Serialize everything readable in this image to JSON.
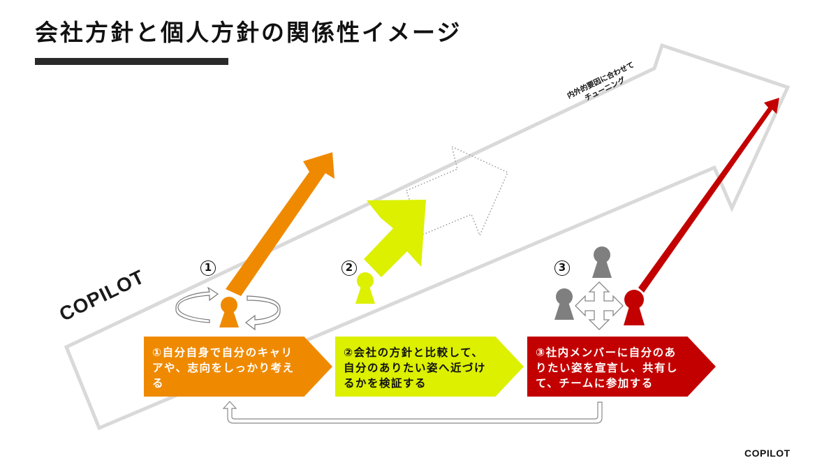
{
  "title": "会社方針と個人方針の関係性イメージ",
  "brand": {
    "rotated_label": "COPILOT",
    "footer_logo": "COPILOT"
  },
  "big_arrow": {
    "label_line1": "内外的要因に合わせて",
    "label_line2": "チューニング",
    "stroke_color": "#d9d9d9"
  },
  "steps": [
    {
      "number": "①",
      "text": "①自分自身で自分のキャリアや、志向をしっかり考える",
      "lines": "①自分自身で自分のキャリ\nアや、志向をしっかり考え\nる",
      "color": "#ef8a00"
    },
    {
      "number": "②",
      "text": "②会社の方針と比較して、自分のありたい姿へ近づけるかを検証する",
      "lines": "②会社の方針と比較して、\n自分のありたい姿へ近づけ\nるかを検証する",
      "color": "#dcf000"
    },
    {
      "number": "③",
      "text": "③社内メンバーに自分のありたい姿を宣言し、共有して、チームに参加する",
      "lines": "③社内メンバーに自分のあ\nりたい姿を宣言し、共有し\nて、チームに参加する",
      "color": "#c30000"
    }
  ],
  "markers": [
    "1",
    "2",
    "3"
  ],
  "icons": {
    "rotate_arrows": "rotate-arrows-icon",
    "person": "person-icon",
    "four_way_arrow": "four-way-arrow-icon",
    "loop_back_arrow": "loop-back-arrow-icon"
  }
}
